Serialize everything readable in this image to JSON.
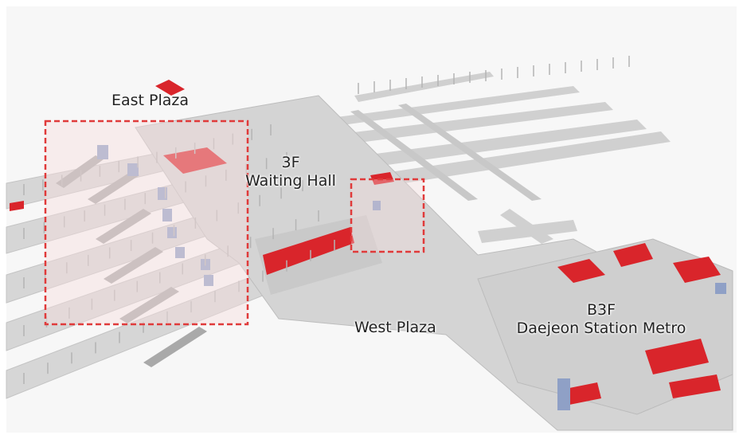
{
  "labels": {
    "east_plaza": "East Plaza",
    "waiting_hall_floor": "3F",
    "waiting_hall_name": "Waiting Hall",
    "west_plaza": "West Plaza",
    "metro_floor": "B3F",
    "metro_name": "Daejeon Station Metro"
  },
  "colors": {
    "structure": "#d3d3d3",
    "structure_dark": "#b8b8b8",
    "highlight_red": "#d9252b",
    "elevator_blue": "#8fa0c6",
    "dashed_box": "#e03a3a",
    "box_fill": "#f6dede",
    "background": "#ffffff"
  },
  "highlight_boxes": [
    {
      "name": "platform-area-highlight"
    },
    {
      "name": "waiting-hall-highlight"
    }
  ]
}
